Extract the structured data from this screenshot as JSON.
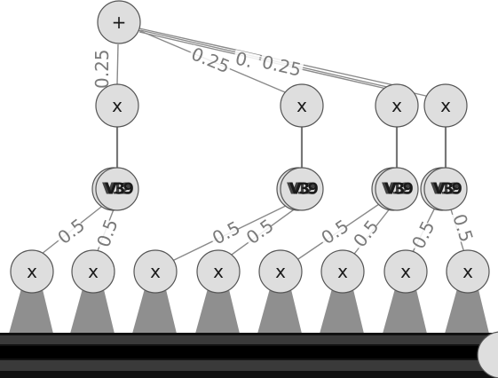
{
  "colors": {
    "node_fill": "#dedede",
    "node_stroke": "#555555",
    "edge": "#8a8a8a",
    "weight_text": "#7a7a7a",
    "cone": "#8f8f8f",
    "band": "#111111"
  },
  "root": {
    "symbol": "+"
  },
  "root_edge_weights": [
    "0.25",
    "0.25",
    "0.",
    "0.25"
  ],
  "products": [
    {
      "symbol": "x",
      "var_label": "V39",
      "var_overlap": "V12"
    },
    {
      "symbol": "x",
      "var_label": "V39",
      "var_overlap": "V12"
    },
    {
      "symbol": "x",
      "var_label": "V39",
      "var_overlap": "V12"
    },
    {
      "symbol": "x",
      "var_label": "V39",
      "var_overlap": "V12"
    }
  ],
  "lower_edge_weights": [
    "0.5",
    "0.5",
    "0.5",
    "0.5",
    "0.5",
    "0.5",
    "0.5",
    "0.5"
  ],
  "leaves": [
    {
      "symbol": "x"
    },
    {
      "symbol": "x"
    },
    {
      "symbol": "x"
    },
    {
      "symbol": "x"
    },
    {
      "symbol": "x"
    },
    {
      "symbol": "x"
    },
    {
      "symbol": "x"
    },
    {
      "symbol": "x"
    }
  ]
}
